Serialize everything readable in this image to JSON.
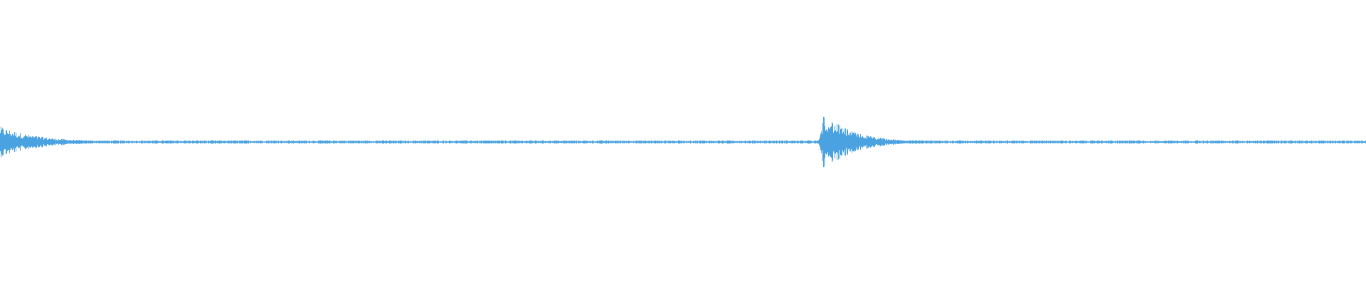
{
  "waveform": {
    "color": "#4aa3e0",
    "background": "#ffffff",
    "amplitude_range": [
      -1,
      1
    ],
    "baseline": 0,
    "noise_level": 0.012,
    "transients": [
      {
        "position": 0.0,
        "peak": 0.11,
        "decay": 0.028
      },
      {
        "position": 0.603,
        "peak": 0.2,
        "decay": 0.022
      }
    ]
  }
}
